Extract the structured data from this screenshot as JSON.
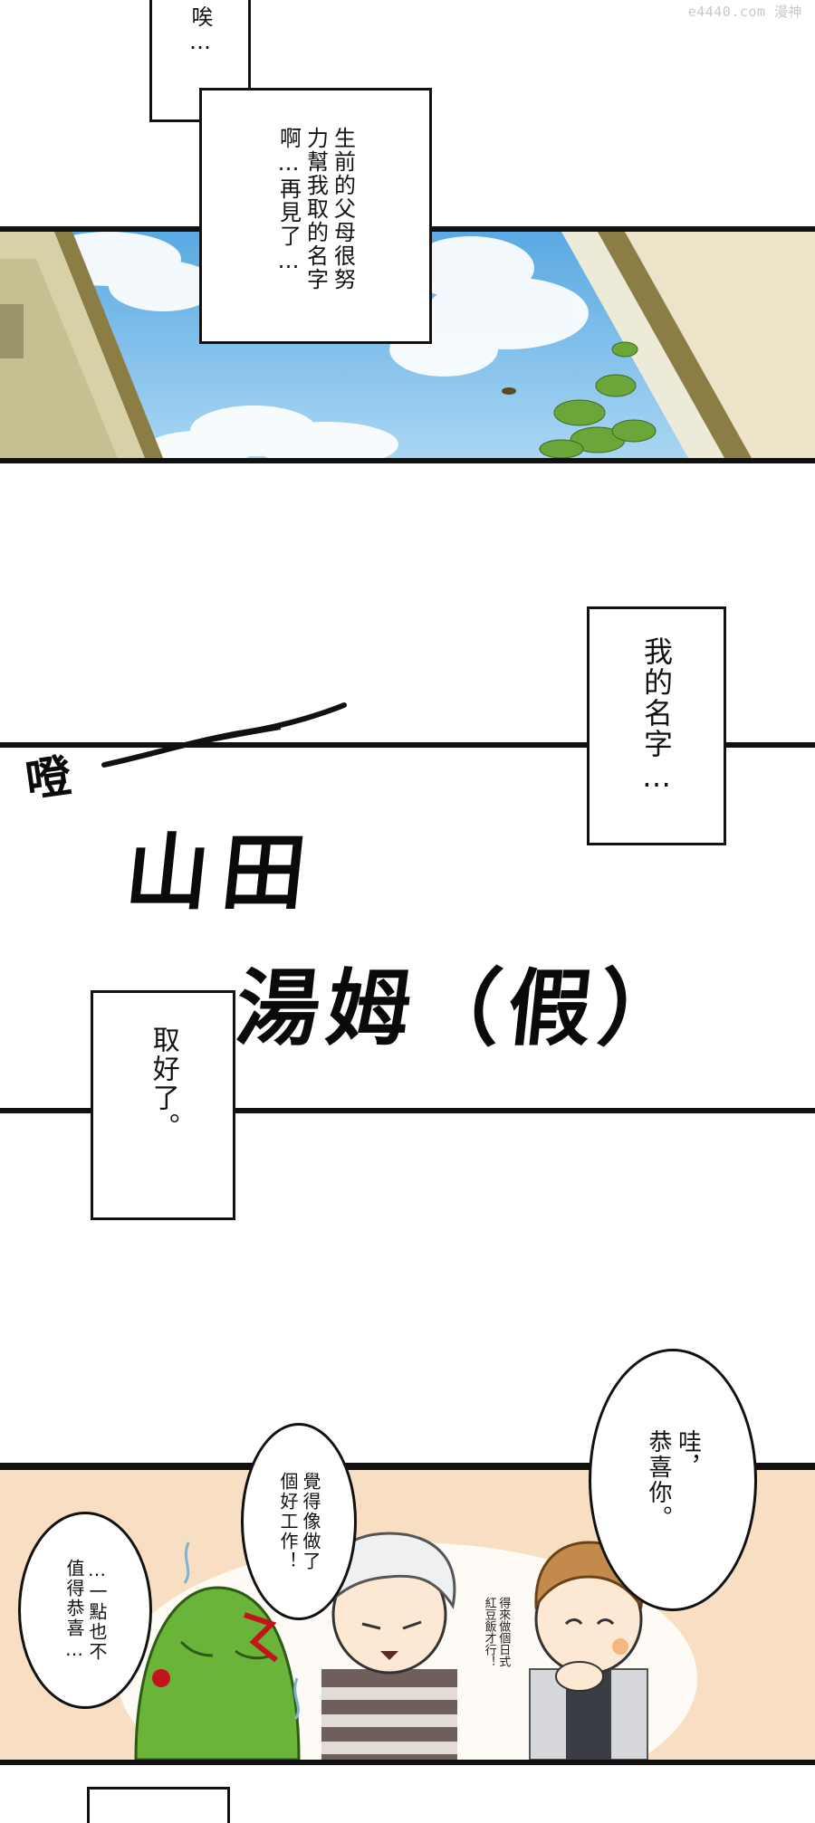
{
  "watermark": "e4440.com 漫神",
  "panel1": {
    "caption_top": "唉…",
    "caption_main": "生前的父母很努\n力幫我取的名字\n啊…再見了…"
  },
  "panel2": {
    "caption_name": "我的名字…",
    "sfx": "噔",
    "name_line1": "山田",
    "name_line2": "湯姆（假）",
    "caption_done": "取好了。"
  },
  "panel3": {
    "bubble_congrats": "哇，\n恭喜你。",
    "bubble_job": "覺得像做了\n個好工作！",
    "bubble_not": "…一點也不\n值得恭喜…",
    "note_rice": "得來做個日式\n紅豆飯才行！"
  },
  "colors": {
    "sky": "#8cc4ec",
    "panel3_bg": "#f8dfc4",
    "frame": "#111111"
  }
}
